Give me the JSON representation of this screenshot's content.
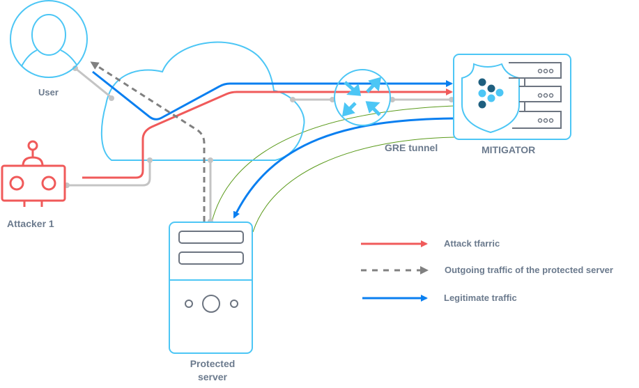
{
  "nodes": {
    "user": {
      "label": "User"
    },
    "attacker": {
      "label": "Attacker 1"
    },
    "mitigator": {
      "label": "MITIGATOR"
    },
    "gre": {
      "label": "GRE tunnel"
    },
    "server": {
      "label": "Protected\nserver",
      "line1": "Protected",
      "line2": "server"
    }
  },
  "legend": [
    {
      "label": "Attack tfarric",
      "color": "#f05a5a",
      "style": "solid"
    },
    {
      "label": "Outgoing traffic of the protected server",
      "color": "#808080",
      "style": "dashed"
    },
    {
      "label": "Legitimate traffic",
      "color": "#0a7ff0",
      "style": "solid"
    }
  ],
  "colors": {
    "outline": "#4cc6f5",
    "attack": "#f05a5a",
    "legit": "#0a7ff0",
    "outgoing": "#808080",
    "link": "#c4c4c4",
    "tunnel": "#5a9a1a",
    "dark": "#1f5f7f",
    "text": "#6b7a8d",
    "rack": "#6c7480"
  }
}
